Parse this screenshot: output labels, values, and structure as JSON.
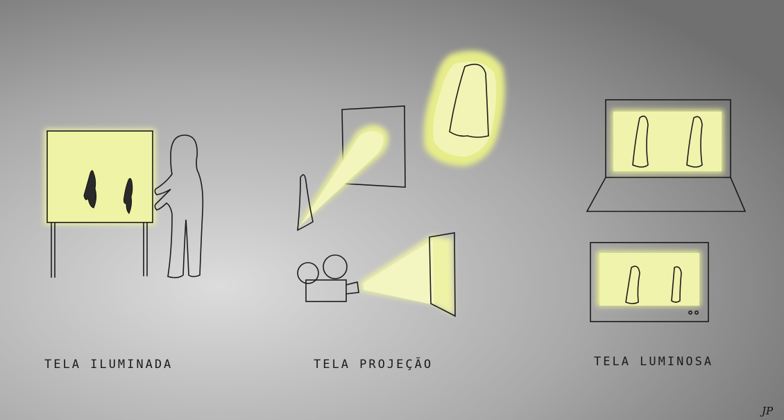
{
  "labels": {
    "illuminated": "TELA ILUMINADA",
    "projection": "TELA PROJEÇÃO",
    "luminous": "TELA LUMINOSA"
  },
  "signature": "JP",
  "colors": {
    "glow": "#eef2a0",
    "glow_core": "#f4f6b8",
    "ink": "#1a1a1a",
    "background_center": "#d8d8d8",
    "background_edge": "#7a7a7a"
  }
}
